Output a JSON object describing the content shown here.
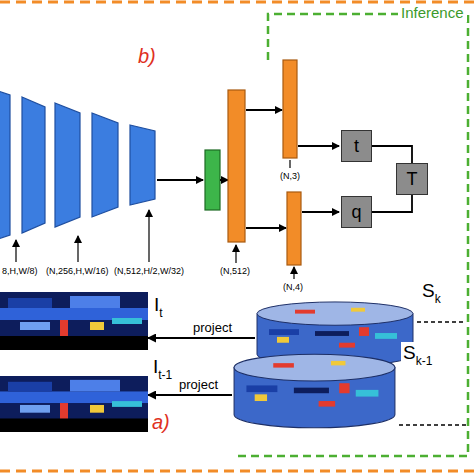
{
  "diagram": {
    "nodes": [
      {
        "text": [
          "t"
        ]
      },
      {
        "text": [
          "T"
        ]
      },
      {
        "text": [
          "q"
        ]
      },
      {
        "text": [
          "I",
          "t"
        ]
      },
      {
        "text": [
          "S",
          "k"
        ]
      },
      {
        "text": [
          "I",
          "t-1"
        ]
      },
      {
        "text": [
          "S",
          "k-1"
        ]
      }
    ],
    "edges": [
      {
        "from": 0,
        "to": 1,
        "arrow": "none"
      },
      {
        "from": 2,
        "to": 1,
        "arrow": "none"
      },
      {
        "from": 4,
        "to": 3,
        "label": "project",
        "arrow": "to"
      },
      {
        "from": 6,
        "to": 5,
        "label": "project",
        "arrow": "to"
      }
    ],
    "labels": [
      "Inference",
      "b)",
      "8,H,W/8)",
      "(N,256,H,W/16)",
      "(N,512,H/2,W/32)",
      "(N,512)",
      "(N,3)",
      "(N,4)",
      "a)"
    ]
  }
}
